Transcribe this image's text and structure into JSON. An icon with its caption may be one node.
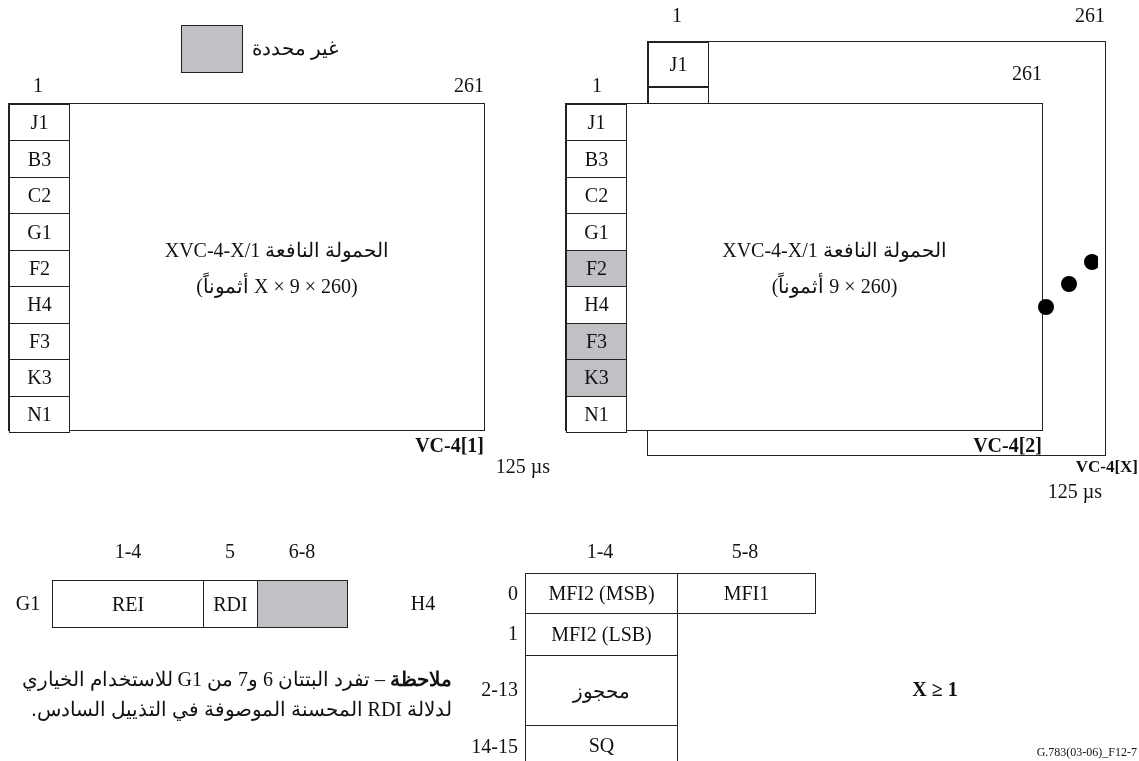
{
  "diagram": {
    "nodes": [
      {
        "text": [
          "الحمولة النافعة 1/XVC-4-X",
          "(260 × 9 × X أثموناً)"
        ],
        "beside": [
          "VC-4[1]"
        ]
      },
      {
        "text": [
          "J1"
        ],
        "in": 0
      },
      {
        "text": [
          "B3"
        ],
        "in": 0
      },
      {
        "text": [
          "C2"
        ],
        "in": 0
      },
      {
        "text": [
          "G1"
        ],
        "in": 0
      },
      {
        "text": [
          "F2"
        ],
        "in": 0
      },
      {
        "text": [
          "H4"
        ],
        "in": 0
      },
      {
        "text": [
          "F3"
        ],
        "in": 0
      },
      {
        "text": [
          "K3"
        ],
        "in": 0
      },
      {
        "text": [
          "N1"
        ],
        "in": 0
      },
      {
        "text": [],
        "shape": "box",
        "beside": [
          "VC-4[X]"
        ]
      },
      {
        "text": [
          "J1"
        ],
        "in": 10
      },
      {
        "text": [],
        "shape": "box",
        "in": 10
      },
      {
        "text": [
          "الحمولة النافعة 1/XVC-4-X",
          "(260 × 9 أثموناً)"
        ],
        "beside": [
          "VC-4[2]"
        ]
      },
      {
        "text": [
          "J1"
        ],
        "in": 13
      },
      {
        "text": [
          "B3"
        ],
        "in": 13
      },
      {
        "text": [
          "C2"
        ],
        "in": 13
      },
      {
        "text": [
          "G1"
        ],
        "in": 13
      },
      {
        "text": [
          "F2"
        ],
        "in": 13
      },
      {
        "text": [
          "H4"
        ],
        "in": 13
      },
      {
        "text": [
          "F3"
        ],
        "in": 13
      },
      {
        "text": [
          "K3"
        ],
        "in": 13
      },
      {
        "text": [
          "N1"
        ],
        "in": 13
      },
      {
        "text": [
          "REI"
        ],
        "beside": [
          "G1"
        ]
      },
      {
        "text": [
          "RDI"
        ]
      },
      {
        "text": [],
        "shape": "box"
      },
      {
        "text": [
          "MFI2 (MSB)"
        ]
      },
      {
        "text": [
          "MFI1"
        ]
      },
      {
        "text": [
          "MFI2 (LSB)"
        ]
      },
      {
        "text": [
          "محجوز"
        ]
      },
      {
        "text": [
          "SQ"
        ]
      }
    ],
    "edges": [],
    "labels": [
      "1",
      "261",
      "1",
      "261",
      "1",
      "261",
      "125 µs",
      "1-4",
      "5-8",
      "125 µs",
      "1-4",
      "5",
      "6-8",
      "H4",
      "0",
      "1",
      "2-13",
      "14-15",
      "**ملاحظة** – تفرد البتتان 6 و7 من G1 للاستخدام الخياري لدلالة RDI المحسنة الموصوفة في التذييل السادس.",
      "X ≥ 1",
      "G.783(03-06)_F12-7"
    ],
    "legend": [
      {
        "text": "غير محددة",
        "color": "#c0c1c5"
      }
    ]
  }
}
